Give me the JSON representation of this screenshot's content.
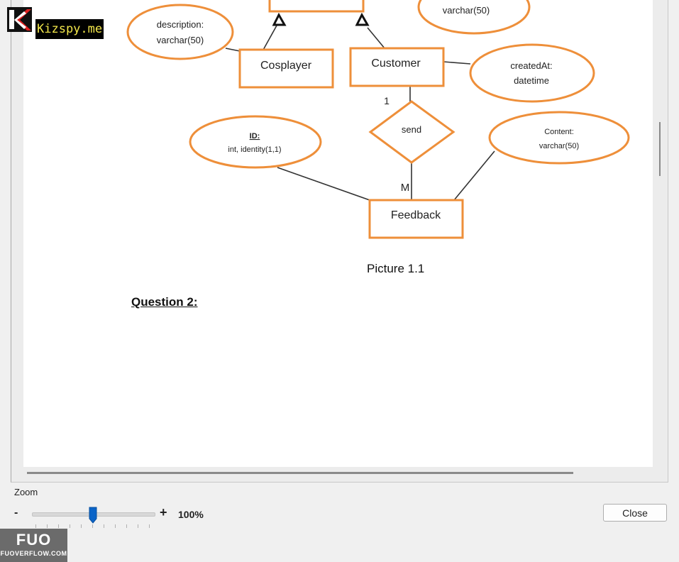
{
  "diagram": {
    "attr_varchar_top": "varchar(50)",
    "attr_description_name": "description:",
    "attr_description_type": "varchar(50)",
    "entity_cosplayer": "Cosplayer",
    "entity_customer": "Customer",
    "attr_createdat_name": "createdAt:",
    "attr_createdat_type": "datetime",
    "cardinality_one": "1",
    "relationship_send": "send",
    "attr_id_name": "ID:",
    "attr_id_type": "int, identity(1,1)",
    "attr_content_name": "Content:",
    "attr_content_type": "varchar(50)",
    "cardinality_many": "M",
    "entity_feedback": "Feedback",
    "stroke_color": "#ee8f3a",
    "line_color": "#333333"
  },
  "document": {
    "caption": "Picture 1.1",
    "question_heading": "Question 2:"
  },
  "zoom": {
    "label": "Zoom",
    "minus": "-",
    "plus": "+",
    "value": "100%",
    "level_percent": 100,
    "accent": "#0a64c8"
  },
  "buttons": {
    "close_label": "Close"
  },
  "watermarks": {
    "top_text": "Kizspy.me",
    "bottom_mark": "FUO",
    "bottom_text": "FUOVERFLOW.COM"
  }
}
